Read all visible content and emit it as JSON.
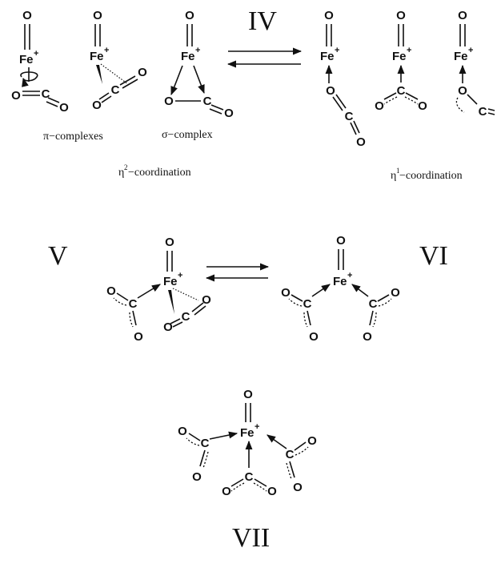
{
  "labels": {
    "iv": "IV",
    "v": "V",
    "vi": "VI",
    "vii": "VII",
    "pi_complexes": "π−complexes",
    "sigma_complex": "σ−complex",
    "eta2_eta": "η",
    "eta2_sup": "2",
    "eta2_text": "−coordination",
    "eta1_eta": "η",
    "eta1_sup": "1",
    "eta1_text": "−coordination"
  },
  "atoms": {
    "fe": "Fe",
    "plus": "+",
    "o": "O",
    "c": "C"
  }
}
